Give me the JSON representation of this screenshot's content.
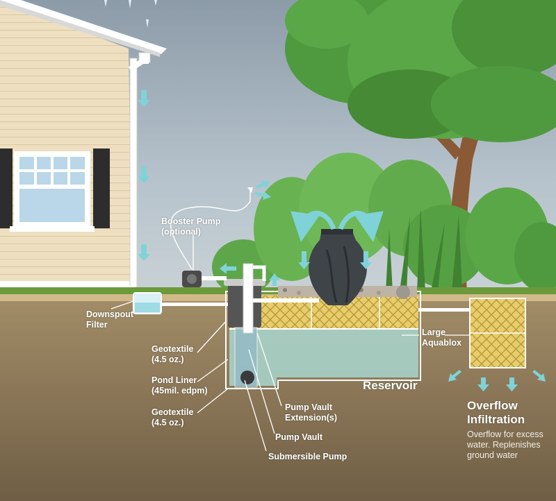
{
  "labels": {
    "booster_pump": [
      "Booster Pump",
      "(optional)"
    ],
    "downspout_filter": [
      "Downspout",
      "Filter"
    ],
    "geotextile_top": [
      "Geotextile",
      "(4.5 oz.)"
    ],
    "pond_liner": [
      "Pond Liner",
      "(45mil. edpm)"
    ],
    "geotextile_bottom": [
      "Geotextile",
      "(4.5 oz.)"
    ],
    "pump_vault_extension": [
      "Pump Vault",
      "Extension(s)"
    ],
    "pump_vault": "Pump Vault",
    "submersible_pump": "Submersible Pump",
    "large_aquablox": [
      "Large",
      "Aquablox"
    ],
    "reservoir": "Reservoir",
    "overflow_title": [
      "Overflow",
      "Infiltration"
    ],
    "overflow_desc": [
      "Overflow for excess",
      "water. Replenishes",
      "ground water"
    ]
  },
  "colors": {
    "sky": "#b8c4cc",
    "house_siding": "#eedfc0",
    "shutter": "#2d2d2d",
    "soil": "#8b7a5c",
    "gravel_fill": "#e9cd6a",
    "reservoir_water": "#a9d6cf",
    "water_arrow": "#7fd3d8",
    "tree_green": "#4f9a3f",
    "label_text": "#ffffff"
  },
  "icons": [
    "rain-drop-icon",
    "water-arrow-icon",
    "fountain-urn-icon",
    "booster-pump-icon",
    "pump-vault-icon",
    "aquablox-crate-icon"
  ]
}
